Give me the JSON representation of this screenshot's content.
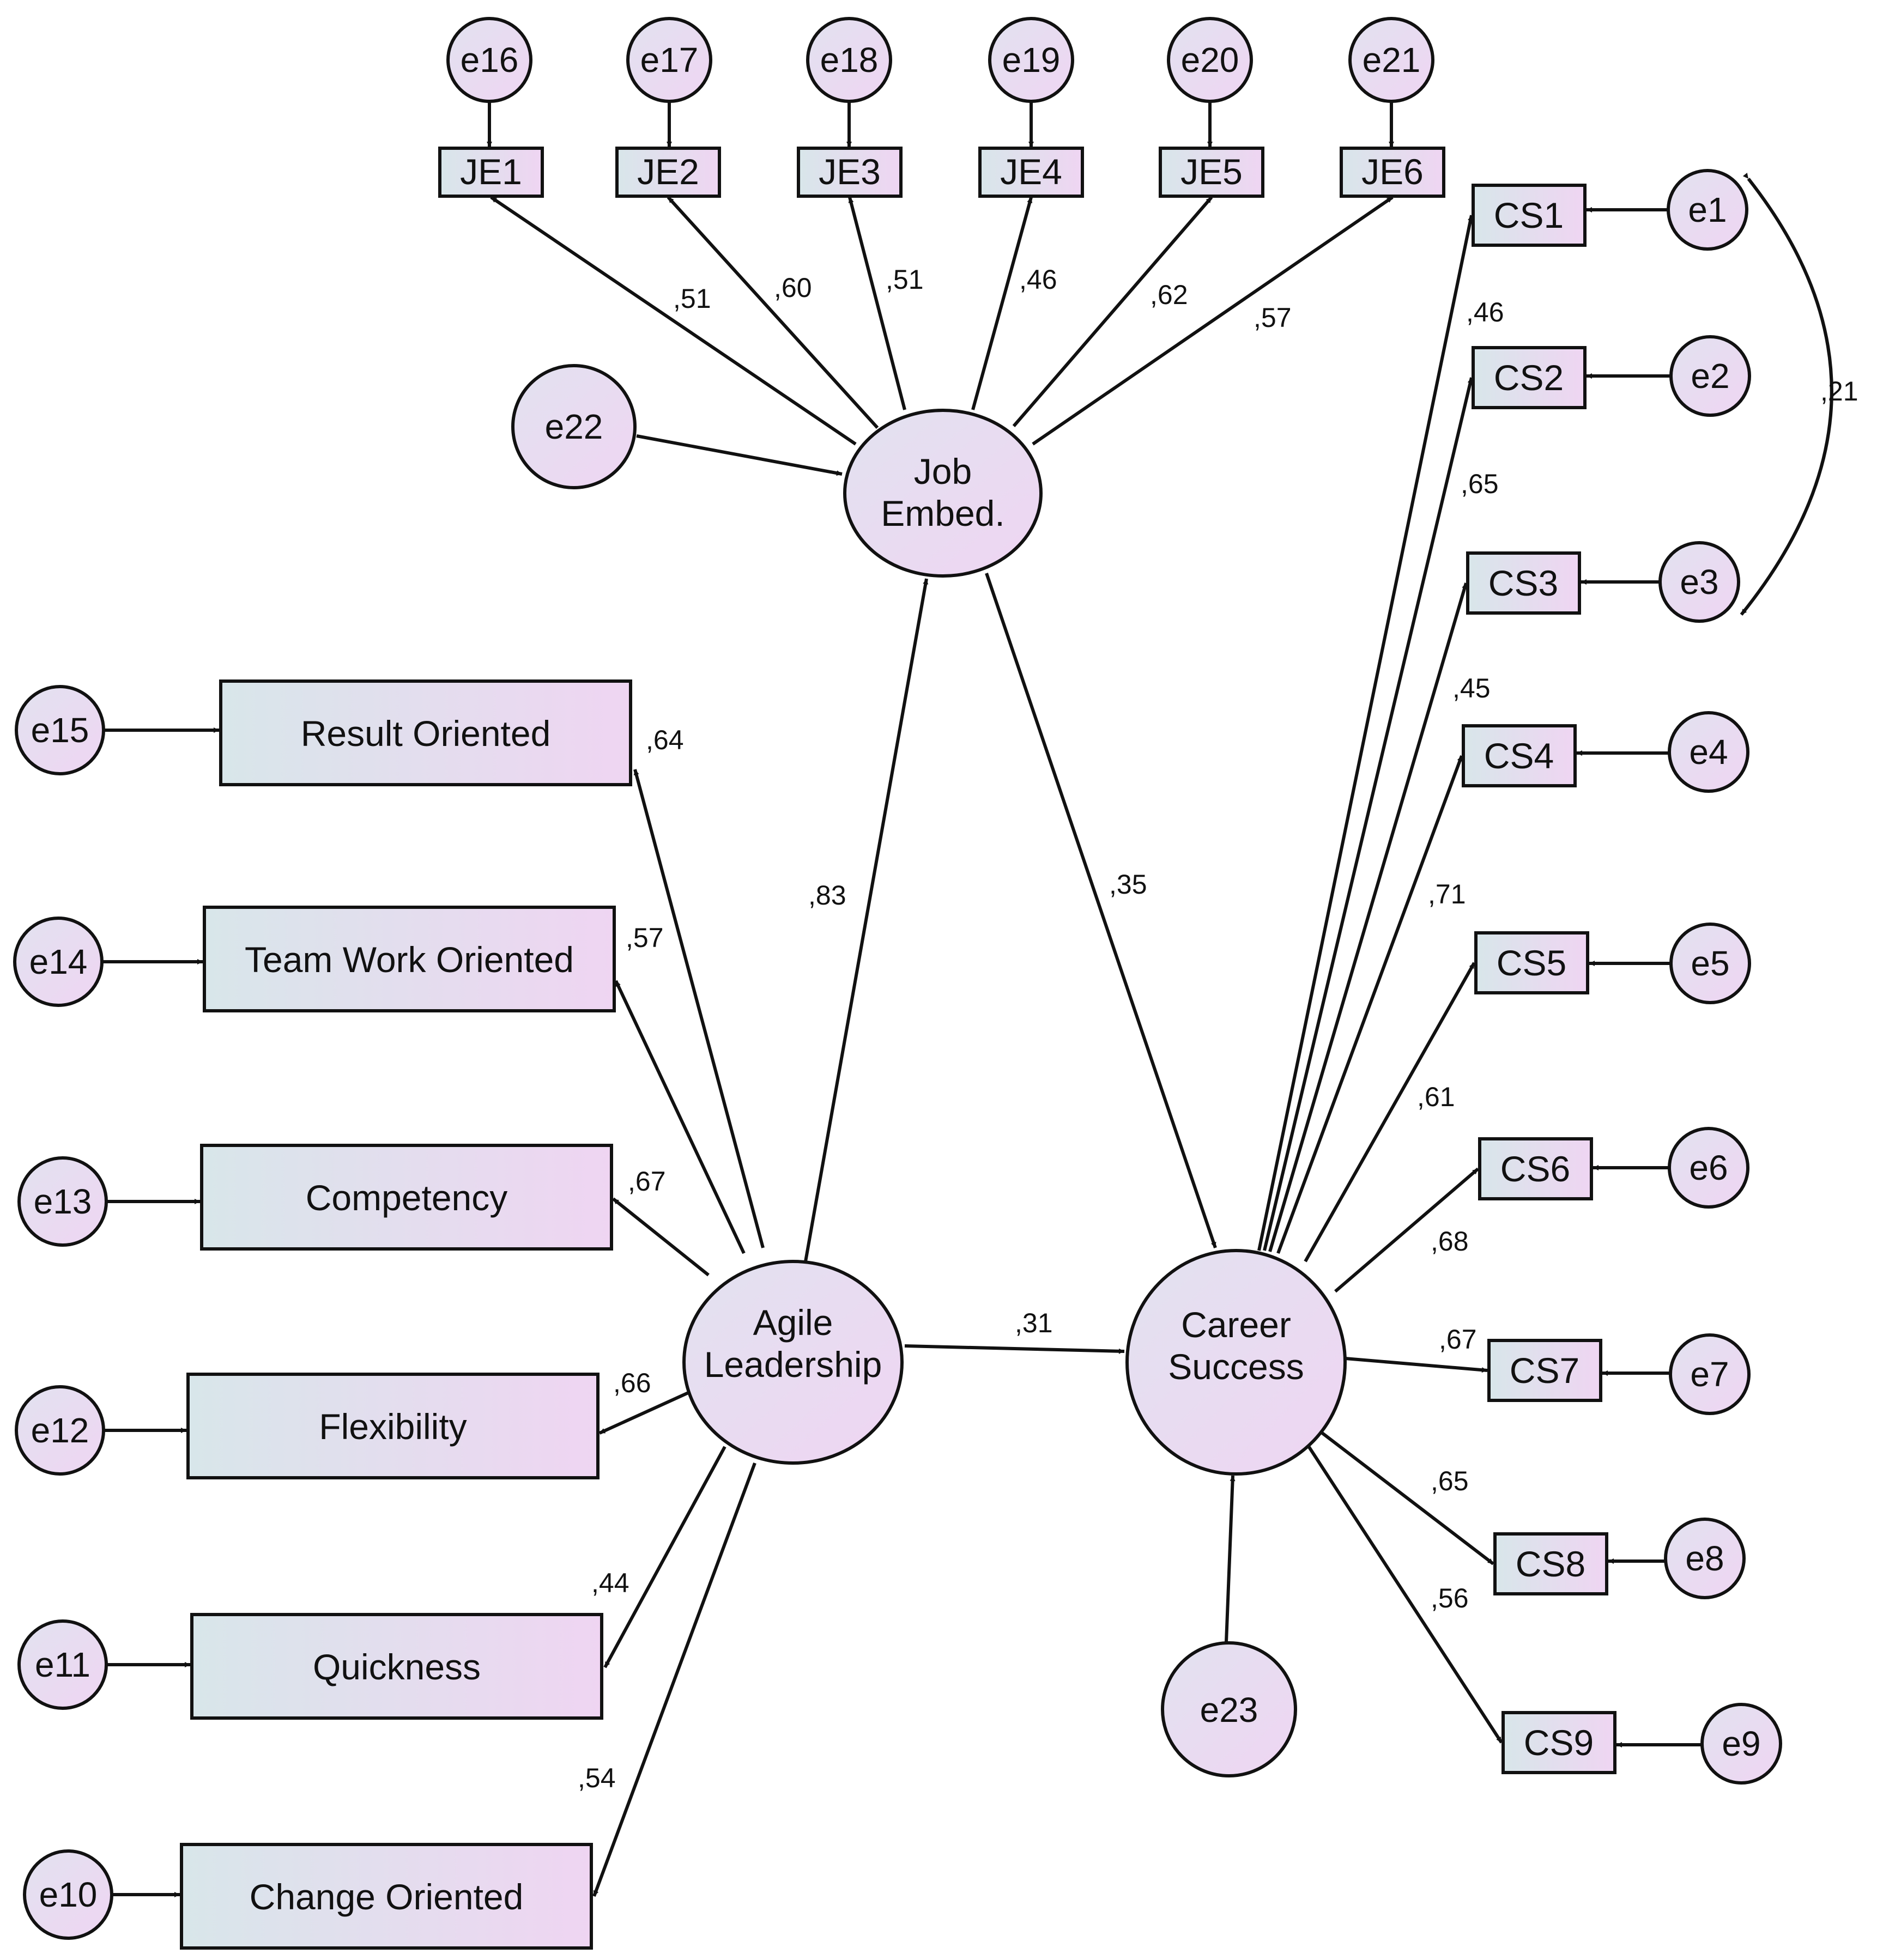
{
  "colors": {
    "fill_start": "#d8e6ea",
    "fill_end": "#efd5f2",
    "stroke": "#111111",
    "background": "#ffffff"
  },
  "latents": {
    "je": [
      "Job",
      "Embed."
    ],
    "al": [
      "Agile",
      "Leadership"
    ],
    "cs": [
      "Career",
      "Success"
    ]
  },
  "structural_errors": {
    "je": "e22",
    "cs": "e23"
  },
  "je_items": [
    {
      "label": "JE1",
      "error": "e16",
      "loading": ",51"
    },
    {
      "label": "JE2",
      "error": "e17",
      "loading": ",60"
    },
    {
      "label": "JE3",
      "error": "e18",
      "loading": ",51"
    },
    {
      "label": "JE4",
      "error": "e19",
      "loading": ",46"
    },
    {
      "label": "JE5",
      "error": "e20",
      "loading": ",62"
    },
    {
      "label": "JE6",
      "error": "e21",
      "loading": ",57"
    }
  ],
  "al_items": [
    {
      "label": "Result Oriented",
      "error": "e15",
      "loading": ",64"
    },
    {
      "label": "Team Work Oriented",
      "error": "e14",
      "loading": ",57"
    },
    {
      "label": "Competency",
      "error": "e13",
      "loading": ",67"
    },
    {
      "label": "Flexibility",
      "error": "e12",
      "loading": ",66"
    },
    {
      "label": "Quickness",
      "error": "e11",
      "loading": ",44"
    },
    {
      "label": "Change Oriented",
      "error": "e10",
      "loading": ",54"
    }
  ],
  "cs_items": [
    {
      "label": "CS1",
      "error": "e1",
      "loading": ",46"
    },
    {
      "label": "CS2",
      "error": "e2",
      "loading": ",65"
    },
    {
      "label": "CS3",
      "error": "e3",
      "loading": ",45"
    },
    {
      "label": "CS4",
      "error": "e4",
      "loading": ",71"
    },
    {
      "label": "CS5",
      "error": "e5",
      "loading": ",61"
    },
    {
      "label": "CS6",
      "error": "e6",
      "loading": ",68"
    },
    {
      "label": "CS7",
      "error": "e7",
      "loading": ",67"
    },
    {
      "label": "CS8",
      "error": "e8",
      "loading": ",65"
    },
    {
      "label": "CS9",
      "error": "e9",
      "loading": ",56"
    }
  ],
  "paths": {
    "al_to_je": ",83",
    "je_to_cs": ",35",
    "al_to_cs": ",31"
  },
  "covariance": {
    "between": [
      "e1",
      "e3"
    ],
    "value": ",21"
  }
}
